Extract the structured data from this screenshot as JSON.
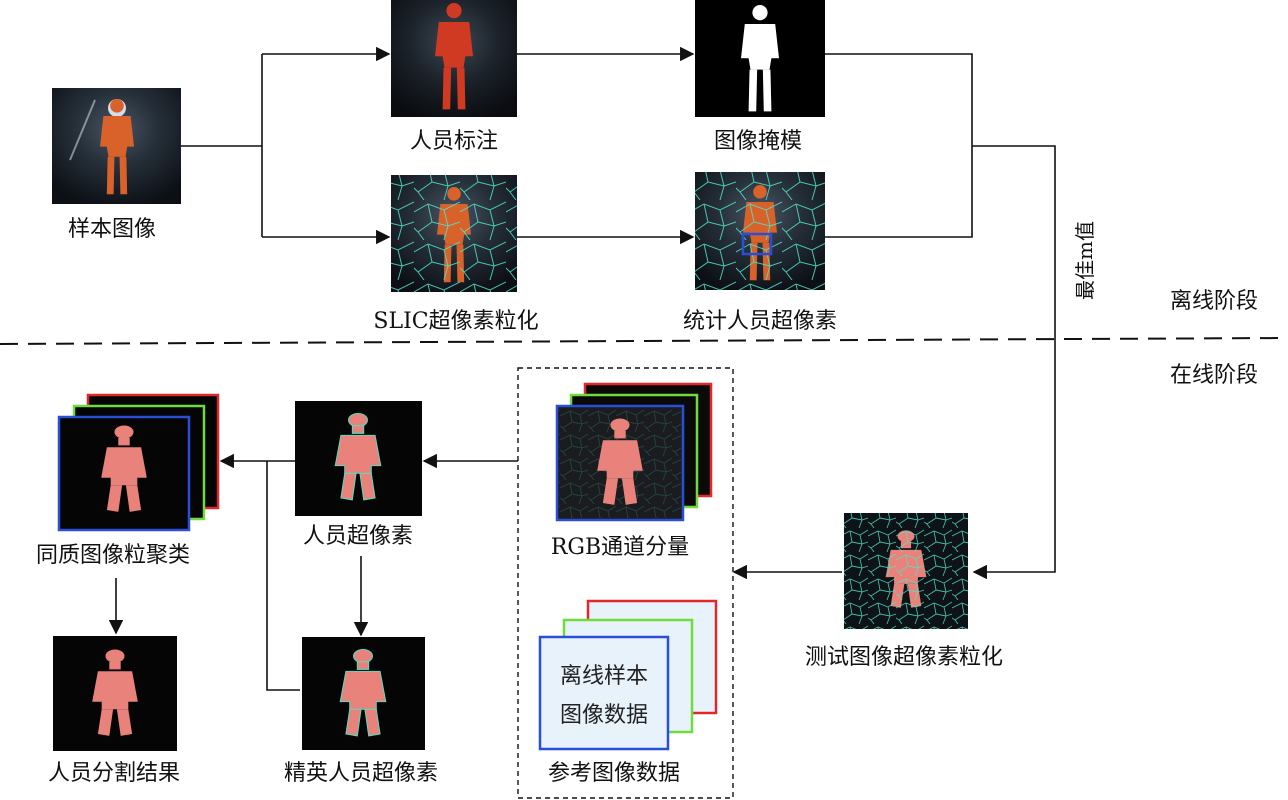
{
  "labels": {
    "sample_image": "样本图像",
    "person_annotation": "人员标注",
    "image_mask": "图像掩模",
    "slic_superpixel": "SLIC超像素粒化",
    "count_person_superpixel": "统计人员超像素",
    "best_m_value": "最佳m值",
    "offline_stage": "离线阶段",
    "online_stage": "在线阶段",
    "homogeneous_clustering": "同质图像粒聚类",
    "person_superpixel": "人员超像素",
    "rgb_channels": "RGB通道分量",
    "test_superpixel": "测试图像超像素粒化",
    "segmentation_result": "人员分割结果",
    "elite_superpixel": "精英人员超像素",
    "offline_sample_line1": "离线样本",
    "offline_sample_line2": "图像数据",
    "reference_data": "参考图像数据"
  },
  "colors": {
    "channel_red": "#e0282a",
    "channel_green": "#6fdc3c",
    "channel_blue": "#2a4fd6",
    "worker_orange": "#d9622b",
    "worker_red": "#d13a22",
    "segment_pink": "#e9827a",
    "superpixel_edge": "#4fe3c8",
    "light_panel": "#e8f2fb"
  },
  "icons": [
    "worker-photo-icon",
    "silhouette-mask-icon",
    "superpixel-grid-icon"
  ]
}
